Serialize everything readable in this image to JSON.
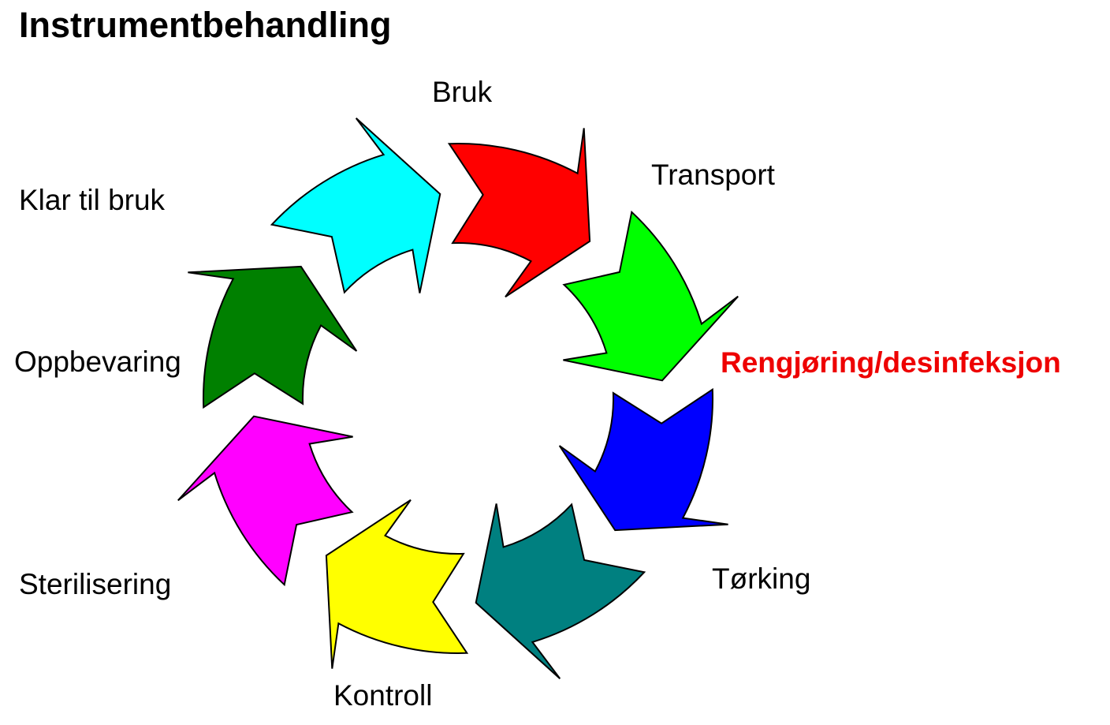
{
  "title": "Instrumentbehandling",
  "highlight_color": "#ee0000",
  "text_color": "#000000",
  "stages": [
    {
      "label": "Bruk",
      "color": "#ff0000",
      "highlighted": false
    },
    {
      "label": "Transport",
      "color": "#00ff00",
      "highlighted": false
    },
    {
      "label": "Rengjøring/desinfeksjon",
      "color": "#0000ff",
      "highlighted": true
    },
    {
      "label": "Tørking",
      "color": "#008080",
      "highlighted": false
    },
    {
      "label": "Kontroll",
      "color": "#ffff00",
      "highlighted": false
    },
    {
      "label": "Sterilisering",
      "color": "#ff00ff",
      "highlighted": false
    },
    {
      "label": "Oppbevaring",
      "color": "#008000",
      "highlighted": false
    },
    {
      "label": "Klar til bruk",
      "color": "#00ffff",
      "highlighted": false
    }
  ]
}
